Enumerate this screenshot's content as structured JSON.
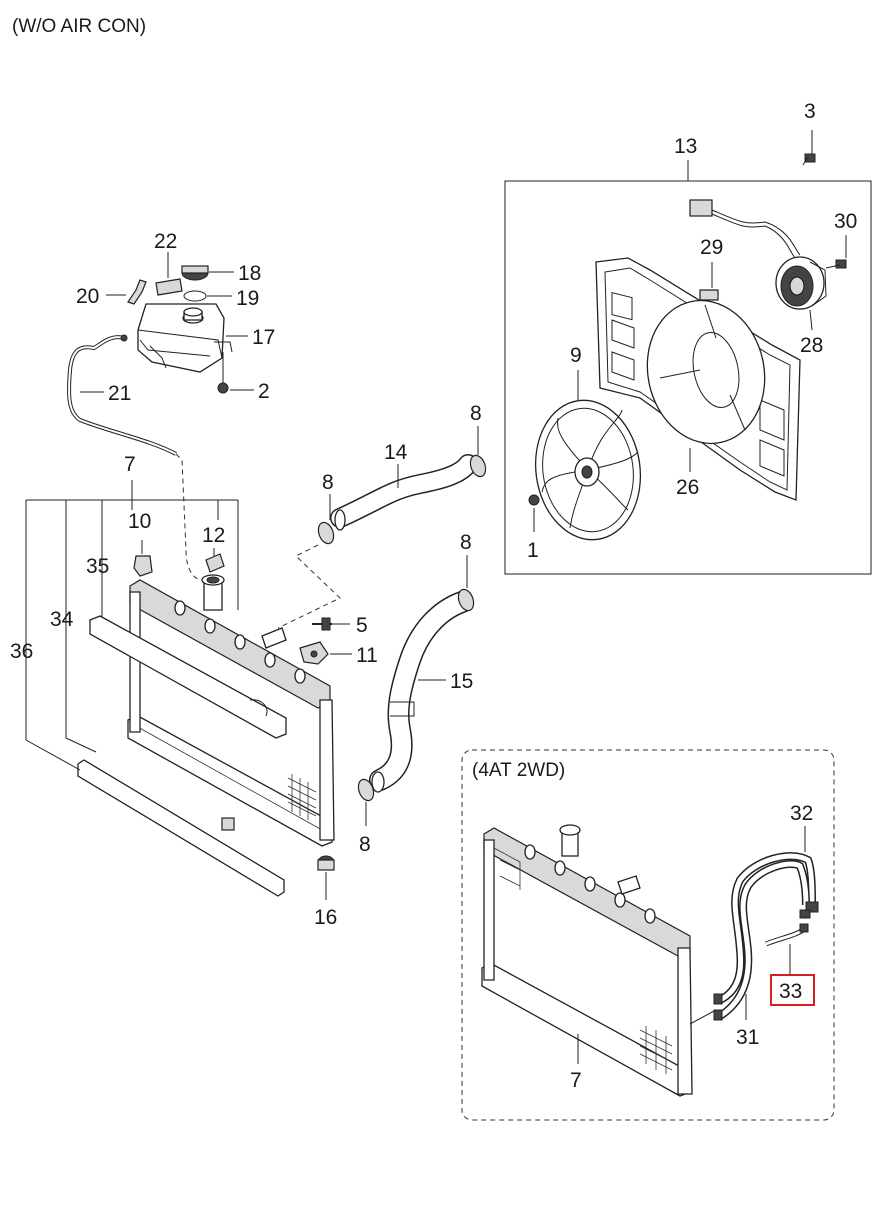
{
  "header": {
    "title": "(W/O AIR CON)"
  },
  "inset": {
    "title": "(4AT 2WD)"
  },
  "highlight_color": "#d42020",
  "labels": {
    "p1": "1",
    "p2": "2",
    "p3": "3",
    "p5": "5",
    "p7": "7",
    "p7b": "7",
    "p8a": "8",
    "p8b": "8",
    "p8c": "8",
    "p8d": "8",
    "p9": "9",
    "p10": "10",
    "p11": "11",
    "p12": "12",
    "p13": "13",
    "p14": "14",
    "p15": "15",
    "p16": "16",
    "p17": "17",
    "p18": "18",
    "p19": "19",
    "p20": "20",
    "p21": "21",
    "p22": "22",
    "p26": "26",
    "p28": "28",
    "p29": "29",
    "p30": "30",
    "p31": "31",
    "p32": "32",
    "p33": "33",
    "p34": "34",
    "p35": "35",
    "p36": "36"
  }
}
